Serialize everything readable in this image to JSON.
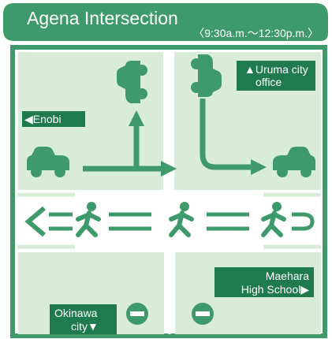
{
  "header": {
    "title": "Agena Intersection",
    "time": "〈9:30a.m.〜12:30p.m.〉"
  },
  "signs": {
    "uruma_line1": "▲Uruma city",
    "uruma_line2": "office",
    "enobi": "◀Enobi",
    "maehara_line1": "Maehara",
    "maehara_line2": "High School▶",
    "okinawa_line1": "Okinawa",
    "okinawa_line2": "city▼"
  },
  "icons": {
    "car": "car-icon",
    "pedestrian": "pedestrian-icon",
    "no_entry": "no-entry-icon",
    "arrow": "arrow-icon"
  },
  "colors": {
    "green": "#3e9a6a",
    "light_green": "#d8ecd9",
    "sign_green": "#1f7a4e",
    "white": "#ffffff"
  }
}
